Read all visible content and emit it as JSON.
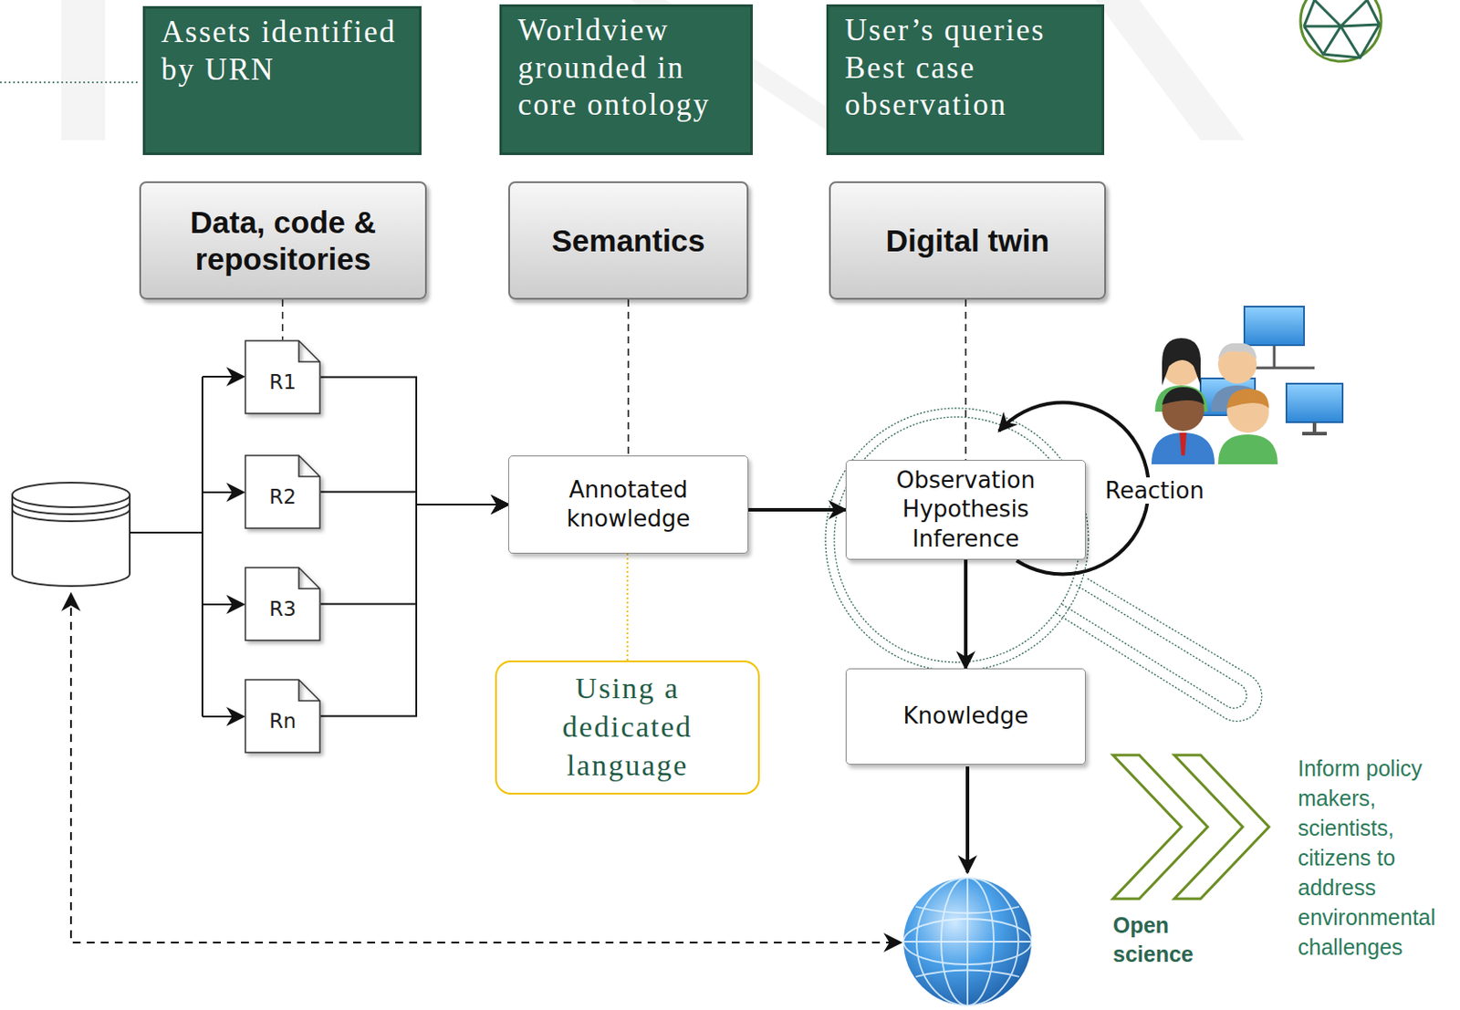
{
  "diagram": {
    "nodes": [
      {
        "text": [
          "Assets identified by URN"
        ]
      },
      {
        "text": [
          "Worldview grounded in core ontology"
        ]
      },
      {
        "text": [
          "User’s queries Best case observation"
        ]
      },
      {
        "text": [
          "Data, code & repositories"
        ]
      },
      {
        "text": [
          "Semantics"
        ]
      },
      {
        "text": [
          "Digital twin"
        ]
      },
      {
        "text": [
          "R1"
        ]
      },
      {
        "text": [
          "R2"
        ]
      },
      {
        "text": [
          "R3"
        ]
      },
      {
        "text": [
          "Rn"
        ]
      },
      {
        "text": [
          "Annotated knowledge"
        ]
      },
      {
        "text": [
          "Observation Hypothesis Inference"
        ]
      },
      {
        "text": [
          "Using a dedicated language"
        ]
      },
      {
        "text": [
          "Knowledge"
        ]
      }
    ],
    "edges": [
      {
        "from": 6,
        "to": 10,
        "arrow": "to"
      },
      {
        "from": 7,
        "to": 10,
        "arrow": "to"
      },
      {
        "from": 8,
        "to": 10,
        "arrow": "to"
      },
      {
        "from": 9,
        "to": 10,
        "arrow": "to"
      },
      {
        "from": 10,
        "to": 11,
        "arrow": "to"
      },
      {
        "from": 11,
        "to": 13,
        "arrow": "to"
      },
      {
        "from": 3,
        "to": 6,
        "arrow": "none"
      },
      {
        "from": 4,
        "to": 10,
        "arrow": "none"
      },
      {
        "from": 5,
        "to": 11,
        "arrow": "none"
      },
      {
        "from": 10,
        "to": 12,
        "arrow": "none"
      }
    ],
    "labels": [
      "Reaction",
      "Open science",
      "Inform policy makers, scientists, citizens to address environmental challenges"
    ]
  }
}
